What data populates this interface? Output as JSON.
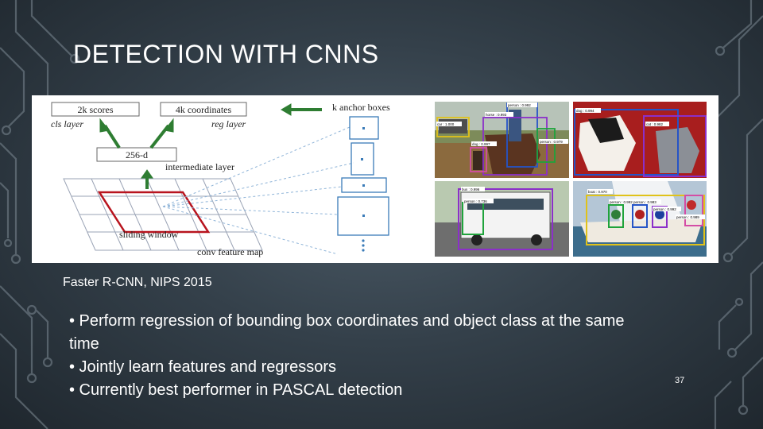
{
  "slide": {
    "title": "DETECTION WITH CNNS",
    "caption": "Faster R-CNN, NIPS 2015",
    "bullets": [
      "• Perform regression of bounding box coordinates and object class at the same time",
      "• Jointly learn features and regressors",
      "• Currently best performer in PASCAL detection"
    ],
    "slide_number": "37"
  },
  "diagram": {
    "scores_label": "2k scores",
    "coords_label": "4k coordinates",
    "anchor_label": "k anchor boxes",
    "cls_label": "cls layer",
    "reg_label": "reg layer",
    "feature_label": "256-d",
    "intermediate_label": "intermediate layer",
    "sliding_label": "sliding window",
    "conv_label": "conv feature map"
  },
  "detections": {
    "photo1": [
      "person : 0.992",
      "horse : 0.993",
      "car : 1.000",
      "person : 0.979",
      "dog : 0.997"
    ],
    "photo2": [
      "dog : 0.994",
      "cat : 0.982"
    ],
    "photo3": [
      "bus : 0.996",
      "person : 0.736"
    ],
    "photo4": [
      "boat : 0.970",
      "person : 0.992",
      "person : 0.983",
      "person : 0.992",
      "person : 0.989"
    ]
  },
  "colors": {
    "accent_red": "#b8141e",
    "arrow_green": "#2e7d32",
    "anchor_blue": "#3a7bb8"
  }
}
